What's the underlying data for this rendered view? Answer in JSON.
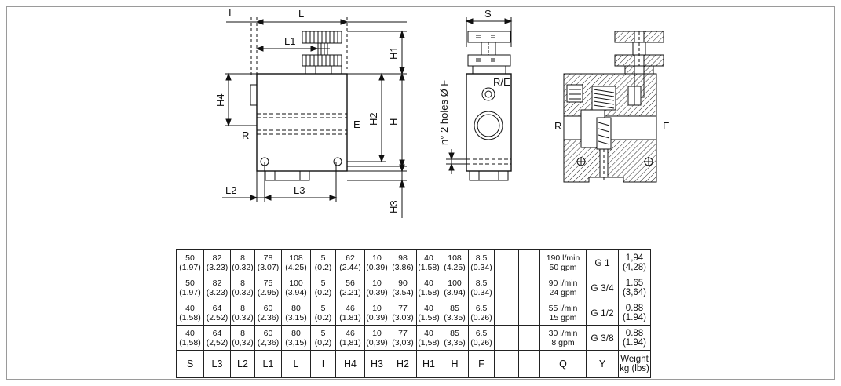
{
  "drawing": {
    "front_view": {
      "dim_i": "I",
      "dim_L": "L",
      "dim_L1": "L1",
      "dim_H1": "H1",
      "dim_H4": "H4",
      "dim_H2": "H2",
      "dim_H": "H",
      "port_R": "R",
      "port_E": "E",
      "dim_L2": "L2",
      "dim_L3": "L3",
      "dim_H3": "H3"
    },
    "side_view": {
      "dim_S": "S",
      "port_RE": "R/E",
      "holes_note": "n° 2 holes Ø F"
    },
    "section_view": {
      "port_R": "R",
      "port_E": "E"
    }
  },
  "table": {
    "rows": [
      {
        "S": [
          "50",
          "(1.97)"
        ],
        "L3": [
          "82",
          "(3.23)"
        ],
        "L2": [
          "8",
          "(0.32)"
        ],
        "L1": [
          "78",
          "(3.07)"
        ],
        "L": [
          "108",
          "(4.25)"
        ],
        "I": [
          "5",
          "(0.2)"
        ],
        "H4": [
          "62",
          "(2.44)"
        ],
        "H3": [
          "10",
          "(0.39)"
        ],
        "H2": [
          "98",
          "(3.86)"
        ],
        "H1": [
          "40",
          "(1.58)"
        ],
        "H": [
          "108",
          "(4.25)"
        ],
        "F": [
          "8.5",
          "(0.34)"
        ],
        "Q": [
          "190 l/min",
          "50 gpm"
        ],
        "Y": "G 1",
        "W": [
          "1,94",
          "(4,28)"
        ]
      },
      {
        "S": [
          "50",
          "(1.97)"
        ],
        "L3": [
          "82",
          "(3.23)"
        ],
        "L2": [
          "8",
          "(0.32)"
        ],
        "L1": [
          "75",
          "(2.95)"
        ],
        "L": [
          "100",
          "(3.94)"
        ],
        "I": [
          "5",
          "(0.2)"
        ],
        "H4": [
          "56",
          "(2.21)"
        ],
        "H3": [
          "10",
          "(0.39)"
        ],
        "H2": [
          "90",
          "(3.54)"
        ],
        "H1": [
          "40",
          "(1.58)"
        ],
        "H": [
          "100",
          "(3.94)"
        ],
        "F": [
          "8.5",
          "(0.34)"
        ],
        "Q": [
          "90 l/min",
          "24 gpm"
        ],
        "Y": "G 3/4",
        "W": [
          "1.65",
          "(3,64)"
        ]
      },
      {
        "S": [
          "40",
          "(1.58)"
        ],
        "L3": [
          "64",
          "(2.52)"
        ],
        "L2": [
          "8",
          "(0.32)"
        ],
        "L1": [
          "60",
          "(2.36)"
        ],
        "L": [
          "80",
          "(3.15)"
        ],
        "I": [
          "5",
          "(0.2)"
        ],
        "H4": [
          "46",
          "(1.81)"
        ],
        "H3": [
          "10",
          "(0.39)"
        ],
        "H2": [
          "77",
          "(3.03)"
        ],
        "H1": [
          "40",
          "(1.58)"
        ],
        "H": [
          "85",
          "(3.35)"
        ],
        "F": [
          "6.5",
          "(0.26)"
        ],
        "Q": [
          "55 l/min",
          "15 gpm"
        ],
        "Y": "G 1/2",
        "W": [
          "0.88",
          "(1.94)"
        ]
      },
      {
        "S": [
          "40",
          "(1,58)"
        ],
        "L3": [
          "64",
          "(2,52)"
        ],
        "L2": [
          "8",
          "(0,32)"
        ],
        "L1": [
          "60",
          "(2,36)"
        ],
        "L": [
          "80",
          "(3,15)"
        ],
        "I": [
          "5",
          "(0,2)"
        ],
        "H4": [
          "46",
          "(1,81)"
        ],
        "H3": [
          "10",
          "(0,39)"
        ],
        "H2": [
          "77",
          "(3,03)"
        ],
        "H1": [
          "40",
          "(1,58)"
        ],
        "H": [
          "85",
          "(3,35)"
        ],
        "F": [
          "6.5",
          "(0,26)"
        ],
        "Q": [
          "30 l/min",
          "8 gpm"
        ],
        "Y": "G 3/8",
        "W": [
          "0.88",
          "(1.94)"
        ]
      }
    ],
    "headers": {
      "S": "S",
      "L3": "L3",
      "L2": "L2",
      "L1": "L1",
      "L": "L",
      "I": "I",
      "H4": "H4",
      "H3": "H3",
      "H2": "H2",
      "H1": "H1",
      "H": "H",
      "F": "F",
      "Q": "Q",
      "Y": "Y",
      "W1": "Weight",
      "W2": "kg (lbs)"
    }
  }
}
